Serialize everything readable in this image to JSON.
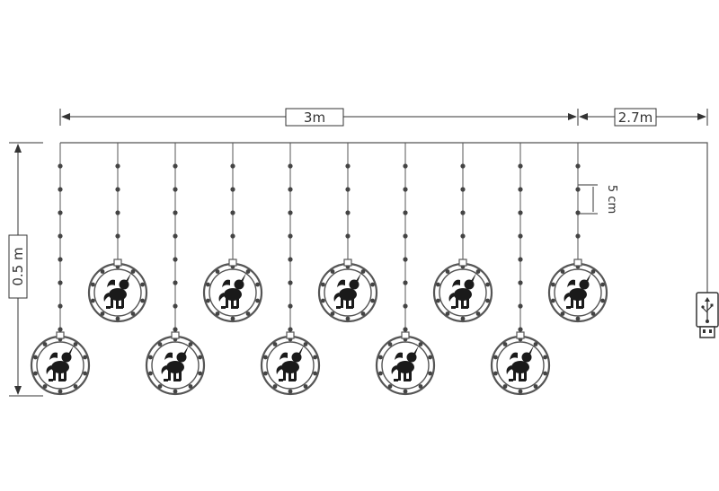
{
  "diagram": {
    "dimensions": {
      "width_label": "3m",
      "lead_label": "2.7m",
      "height_label": "0.5 m",
      "spacing_label": "5 cm"
    },
    "pendant_count": 10,
    "colors": {
      "line": "#555555",
      "bead": "#444444",
      "ring": "#555555",
      "silhouette": "#1a1a1a"
    }
  }
}
